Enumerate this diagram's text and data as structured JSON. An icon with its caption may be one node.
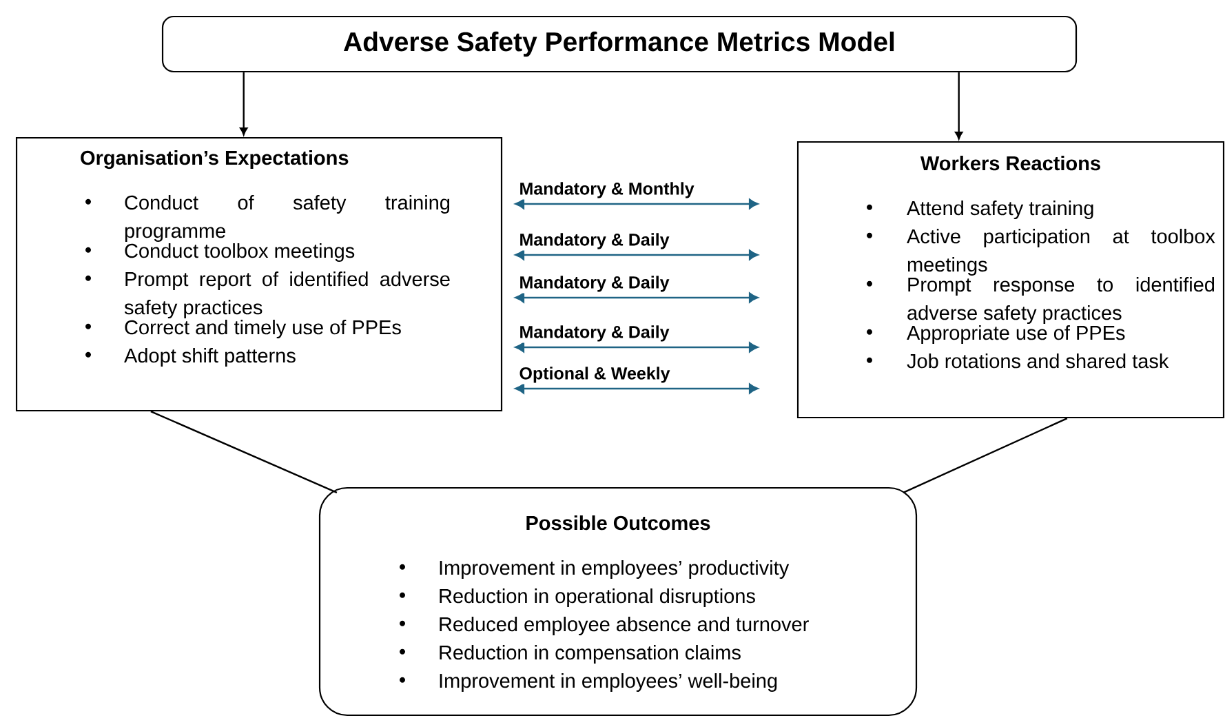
{
  "diagram": {
    "nodes": [
      {
        "text": [
          "Adverse Safety Performance Metrics Model"
        ]
      },
      {
        "text": [
          "Organisation’s Expectations",
          "Conduct of safety training programme",
          "Conduct toolbox meetings",
          "Prompt report of identified adverse safety practices",
          "Correct and timely use of PPEs",
          "Adopt shift patterns"
        ]
      },
      {
        "text": [
          "Workers Reactions",
          "Attend safety training",
          "Active participation at toolbox meetings",
          "Prompt response to identified adverse safety practices",
          "Appropriate use of PPEs",
          "Job rotations and shared task"
        ]
      },
      {
        "text": [
          "Possible Outcomes",
          "Improvement in employees’ productivity",
          "Reduction in operational disruptions",
          "Reduced employee absence and turnover",
          "Reduction in compensation claims",
          "Improvement in employees’ well-being"
        ]
      }
    ],
    "edges": [
      {
        "from": 0,
        "to": 1,
        "arrow": "to",
        "color": "#000000"
      },
      {
        "from": 0,
        "to": 2,
        "arrow": "to",
        "color": "#000000"
      },
      {
        "from": 1,
        "to": 2,
        "arrow": "both",
        "label": "Mandatory & Monthly",
        "color": "#1f6485"
      },
      {
        "from": 1,
        "to": 2,
        "arrow": "both",
        "label": "Mandatory & Daily",
        "color": "#1f6485"
      },
      {
        "from": 1,
        "to": 2,
        "arrow": "both",
        "label": "Mandatory & Daily",
        "color": "#1f6485"
      },
      {
        "from": 1,
        "to": 2,
        "arrow": "both",
        "label": "Mandatory & Daily",
        "color": "#1f6485"
      },
      {
        "from": 1,
        "to": 2,
        "arrow": "both",
        "label": "Optional & Weekly",
        "color": "#1f6485"
      },
      {
        "from": 1,
        "to": 3,
        "arrow": "none",
        "color": "#000000"
      },
      {
        "from": 2,
        "to": 3,
        "arrow": "none",
        "color": "#000000"
      }
    ]
  }
}
